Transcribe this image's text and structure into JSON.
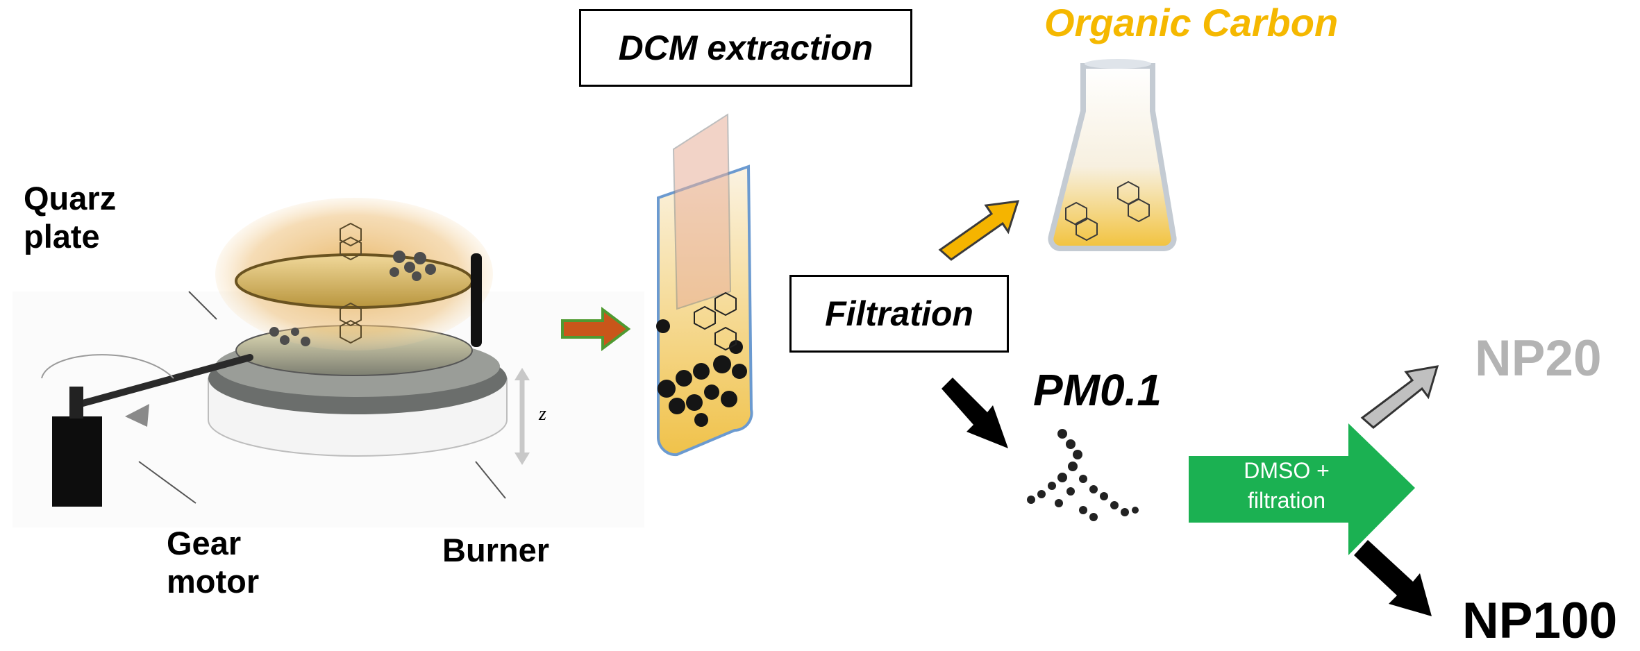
{
  "labels": {
    "quarz": "Quarz\nplate",
    "gear": "Gear\nmotor",
    "burner": "Burner",
    "z_axis": "z",
    "dcm": "DCM extraction",
    "organic_carbon": "Organic Carbon",
    "filtration": "Filtration",
    "pm": "PM0.1",
    "dmso": "DMSO +\nfiltration",
    "np20": "NP20",
    "np100": "NP100"
  },
  "colors": {
    "organic_carbon": "#f5b800",
    "np20": "#b3b3b3",
    "dmso_arrow": "#1bb152",
    "dcm_arrow_fill": "#c9561a",
    "dcm_arrow_stroke": "#4f9a31",
    "oc_arrow": "#f5b400",
    "black_arrow": "#000000"
  }
}
